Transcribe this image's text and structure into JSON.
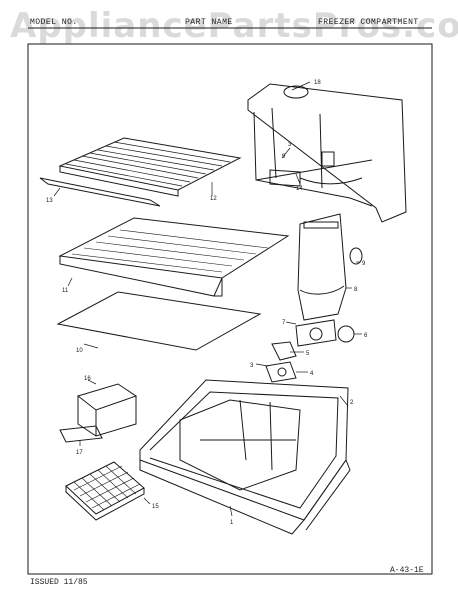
{
  "header": {
    "left": "MODEL NO.",
    "center": "PART NAME",
    "right": "FREEZER COMPARTMENT"
  },
  "watermark": "AppliancePartsPros.com",
  "footer": {
    "issued": "ISSUED 11/85",
    "code": "A-43-1E"
  },
  "callouts": [
    "18",
    "3",
    "9",
    "14",
    "12",
    "13",
    "11",
    "8",
    "9",
    "10",
    "7",
    "6",
    "5",
    "3",
    "4",
    "2",
    "16",
    "17",
    "15",
    "1"
  ],
  "colors": {
    "ink": "#1a1a1a",
    "paper": "#ffffff",
    "watermark": "#969696"
  }
}
